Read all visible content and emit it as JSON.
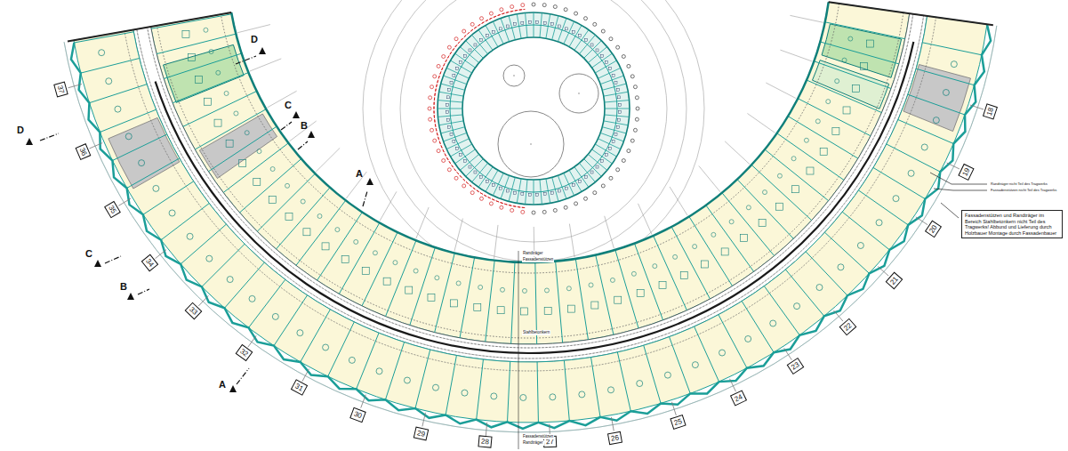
{
  "diagram": {
    "nodes": [
      {
        "text": [
          "37"
        ]
      },
      {
        "text": [
          "36"
        ]
      },
      {
        "text": [
          "35"
        ]
      },
      {
        "text": [
          "34"
        ]
      },
      {
        "text": [
          "33"
        ]
      },
      {
        "text": [
          "32"
        ]
      },
      {
        "text": [
          "31"
        ]
      },
      {
        "text": [
          "30"
        ]
      },
      {
        "text": [
          "29"
        ]
      },
      {
        "text": [
          "28"
        ]
      },
      {
        "text": [
          "27"
        ]
      },
      {
        "text": [
          "26"
        ]
      },
      {
        "text": [
          "25"
        ]
      },
      {
        "text": [
          "24"
        ]
      },
      {
        "text": [
          "23"
        ]
      },
      {
        "text": [
          "22"
        ]
      },
      {
        "text": [
          "21"
        ]
      },
      {
        "text": [
          "20"
        ]
      },
      {
        "text": [
          "19"
        ]
      },
      {
        "text": [
          "18"
        ]
      },
      {
        "text": [
          "Fassadenstützen und Randträger im Bereich Stahlbetonkern nicht Teil des Tragwerks! Abbund und Lieferung durch Holzbauer Montage durch Fassadenbauer"
        ]
      }
    ],
    "labels": [
      "D",
      "D",
      "C",
      "C",
      "B",
      "B",
      "A",
      "A",
      "Randträger nicht Teil des Tragwerks",
      "Fassadenstützen nicht Teil des Tragwerks",
      "Randträger",
      "Fassadenstützen",
      "Stahlbetonkern",
      "Fassadenstützen",
      "Randträger"
    ]
  }
}
